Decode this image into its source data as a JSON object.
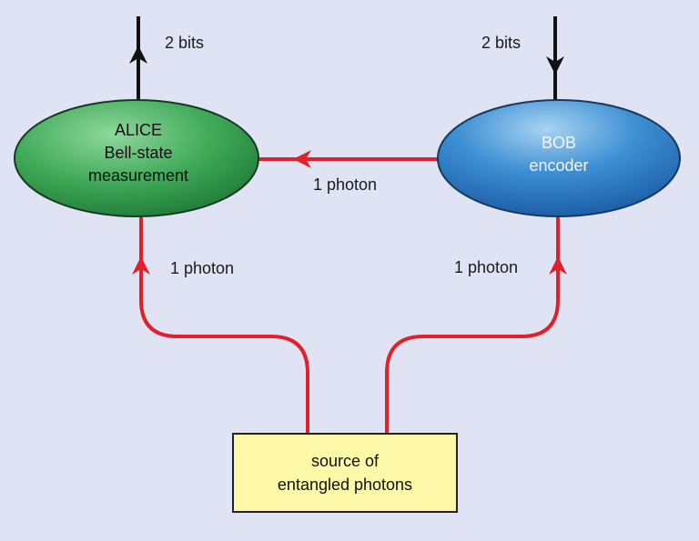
{
  "nodes": {
    "alice": {
      "lines": [
        "ALICE",
        "Bell-state",
        "measurement"
      ],
      "color": "#2f9a4c"
    },
    "bob": {
      "lines": [
        "BOB",
        "encoder"
      ],
      "color": "#2f7cc4"
    },
    "source": {
      "lines": [
        "source of",
        "entangled photons"
      ],
      "color": "#fdf7a8"
    }
  },
  "labels": {
    "alice_bits": "2 bits",
    "bob_bits": "2 bits",
    "bob_to_alice": "1 photon",
    "source_to_alice": "1 photon",
    "source_to_bob": "1 photon"
  },
  "colors": {
    "photon_path": "#e0202b",
    "classical_bits": "#111111",
    "background": "#dfe3f4"
  }
}
